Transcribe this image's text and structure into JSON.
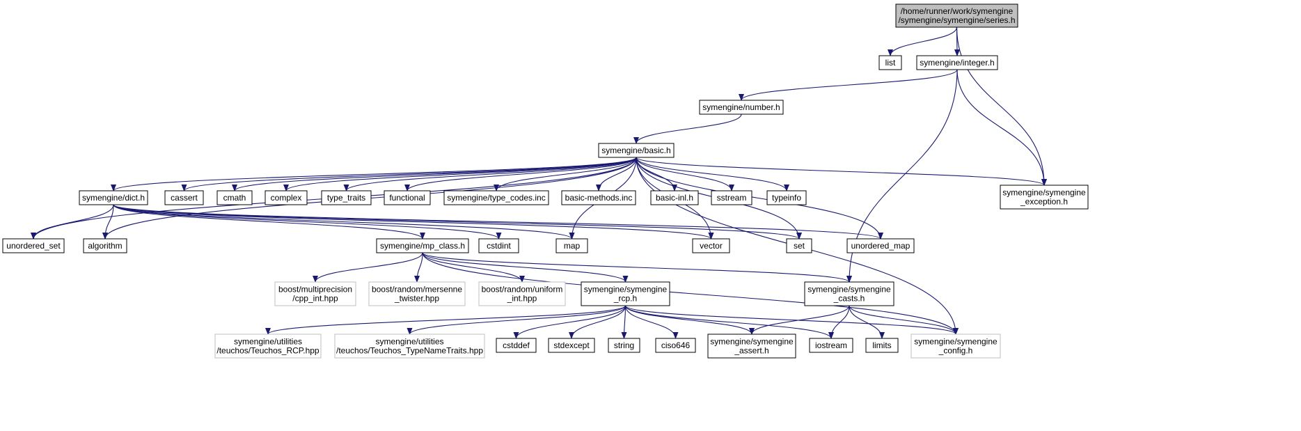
{
  "colors": {
    "edge": "#191970",
    "root_fill": "#bfbfbf",
    "node_border": "#000000",
    "external_border": "#bfbfbf"
  },
  "nodes": [
    {
      "id": "root",
      "lines": [
        "/home/runner/work/symengine",
        "/symengine/symengine/series.h"
      ],
      "kind": "root"
    },
    {
      "id": "list",
      "lines": [
        "list"
      ],
      "kind": "header"
    },
    {
      "id": "integer",
      "lines": [
        "symengine/integer.h"
      ],
      "kind": "header"
    },
    {
      "id": "exception",
      "lines": [
        "symengine/symengine",
        "_exception.h"
      ],
      "kind": "header"
    },
    {
      "id": "number",
      "lines": [
        "symengine/number.h"
      ],
      "kind": "header"
    },
    {
      "id": "basic",
      "lines": [
        "symengine/basic.h"
      ],
      "kind": "header"
    },
    {
      "id": "dict",
      "lines": [
        "symengine/dict.h"
      ],
      "kind": "header"
    },
    {
      "id": "cassert",
      "lines": [
        "cassert"
      ],
      "kind": "header"
    },
    {
      "id": "cmath",
      "lines": [
        "cmath"
      ],
      "kind": "header"
    },
    {
      "id": "complex",
      "lines": [
        "complex"
      ],
      "kind": "header"
    },
    {
      "id": "type_traits",
      "lines": [
        "type_traits"
      ],
      "kind": "header"
    },
    {
      "id": "functional",
      "lines": [
        "functional"
      ],
      "kind": "header"
    },
    {
      "id": "type_codes",
      "lines": [
        "symengine/type_codes.inc"
      ],
      "kind": "header"
    },
    {
      "id": "basic_methods",
      "lines": [
        "basic-methods.inc"
      ],
      "kind": "header"
    },
    {
      "id": "basic_inl",
      "lines": [
        "basic-inl.h"
      ],
      "kind": "header"
    },
    {
      "id": "sstream",
      "lines": [
        "sstream"
      ],
      "kind": "header"
    },
    {
      "id": "typeinfo",
      "lines": [
        "typeinfo"
      ],
      "kind": "header"
    },
    {
      "id": "unordered_set",
      "lines": [
        "unordered_set"
      ],
      "kind": "header"
    },
    {
      "id": "algorithm",
      "lines": [
        "algorithm"
      ],
      "kind": "header"
    },
    {
      "id": "mp_class",
      "lines": [
        "symengine/mp_class.h"
      ],
      "kind": "header"
    },
    {
      "id": "cstdint",
      "lines": [
        "cstdint"
      ],
      "kind": "header"
    },
    {
      "id": "map",
      "lines": [
        "map"
      ],
      "kind": "header"
    },
    {
      "id": "vector",
      "lines": [
        "vector"
      ],
      "kind": "header"
    },
    {
      "id": "set",
      "lines": [
        "set"
      ],
      "kind": "header"
    },
    {
      "id": "unordered_map",
      "lines": [
        "unordered_map"
      ],
      "kind": "header"
    },
    {
      "id": "cpp_int",
      "lines": [
        "boost/multiprecision",
        "/cpp_int.hpp"
      ],
      "kind": "external"
    },
    {
      "id": "mersenne",
      "lines": [
        "boost/random/mersenne",
        "_twister.hpp"
      ],
      "kind": "external"
    },
    {
      "id": "uniform_int",
      "lines": [
        "boost/random/uniform",
        "_int.hpp"
      ],
      "kind": "external"
    },
    {
      "id": "rcp",
      "lines": [
        "symengine/symengine",
        "_rcp.h"
      ],
      "kind": "header"
    },
    {
      "id": "casts",
      "lines": [
        "symengine/symengine",
        "_casts.h"
      ],
      "kind": "header"
    },
    {
      "id": "teuchos_rcp",
      "lines": [
        "symengine/utilities",
        "/teuchos/Teuchos_RCP.hpp"
      ],
      "kind": "external"
    },
    {
      "id": "teuchos_tnt",
      "lines": [
        "symengine/utilities",
        "/teuchos/Teuchos_TypeNameTraits.hpp"
      ],
      "kind": "external"
    },
    {
      "id": "cstddef",
      "lines": [
        "cstddef"
      ],
      "kind": "header"
    },
    {
      "id": "stdexcept",
      "lines": [
        "stdexcept"
      ],
      "kind": "header"
    },
    {
      "id": "string",
      "lines": [
        "string"
      ],
      "kind": "header"
    },
    {
      "id": "ciso646",
      "lines": [
        "ciso646"
      ],
      "kind": "header"
    },
    {
      "id": "assert_h",
      "lines": [
        "symengine/symengine",
        "_assert.h"
      ],
      "kind": "header"
    },
    {
      "id": "iostream",
      "lines": [
        "iostream"
      ],
      "kind": "header"
    },
    {
      "id": "limits",
      "lines": [
        "limits"
      ],
      "kind": "header"
    },
    {
      "id": "config",
      "lines": [
        "symengine/symengine",
        "_config.h"
      ],
      "kind": "external"
    }
  ],
  "edges": [
    [
      "root",
      "list"
    ],
    [
      "root",
      "integer"
    ],
    [
      "root",
      "exception"
    ],
    [
      "integer",
      "number"
    ],
    [
      "integer",
      "exception"
    ],
    [
      "integer",
      "casts"
    ],
    [
      "number",
      "basic"
    ],
    [
      "basic",
      "dict"
    ],
    [
      "basic",
      "cassert"
    ],
    [
      "basic",
      "cmath"
    ],
    [
      "basic",
      "complex"
    ],
    [
      "basic",
      "type_traits"
    ],
    [
      "basic",
      "functional"
    ],
    [
      "basic",
      "type_codes"
    ],
    [
      "basic",
      "basic_methods"
    ],
    [
      "basic",
      "basic_inl"
    ],
    [
      "basic",
      "sstream"
    ],
    [
      "basic",
      "typeinfo"
    ],
    [
      "basic",
      "exception"
    ],
    [
      "basic",
      "unordered_set"
    ],
    [
      "basic",
      "algorithm"
    ],
    [
      "basic",
      "map"
    ],
    [
      "basic",
      "vector"
    ],
    [
      "basic",
      "set"
    ],
    [
      "basic",
      "unordered_map"
    ],
    [
      "basic",
      "config"
    ],
    [
      "dict",
      "unordered_set"
    ],
    [
      "dict",
      "algorithm"
    ],
    [
      "dict",
      "mp_class"
    ],
    [
      "dict",
      "cstdint"
    ],
    [
      "dict",
      "map"
    ],
    [
      "dict",
      "vector"
    ],
    [
      "dict",
      "set"
    ],
    [
      "dict",
      "unordered_map"
    ],
    [
      "mp_class",
      "cpp_int"
    ],
    [
      "mp_class",
      "mersenne"
    ],
    [
      "mp_class",
      "uniform_int"
    ],
    [
      "mp_class",
      "rcp"
    ],
    [
      "mp_class",
      "casts"
    ],
    [
      "mp_class",
      "config"
    ],
    [
      "rcp",
      "teuchos_rcp"
    ],
    [
      "rcp",
      "teuchos_tnt"
    ],
    [
      "rcp",
      "cstddef"
    ],
    [
      "rcp",
      "stdexcept"
    ],
    [
      "rcp",
      "string"
    ],
    [
      "rcp",
      "ciso646"
    ],
    [
      "rcp",
      "assert_h"
    ],
    [
      "rcp",
      "iostream"
    ],
    [
      "rcp",
      "config"
    ],
    [
      "casts",
      "assert_h"
    ],
    [
      "casts",
      "iostream"
    ],
    [
      "casts",
      "limits"
    ],
    [
      "casts",
      "config"
    ]
  ]
}
